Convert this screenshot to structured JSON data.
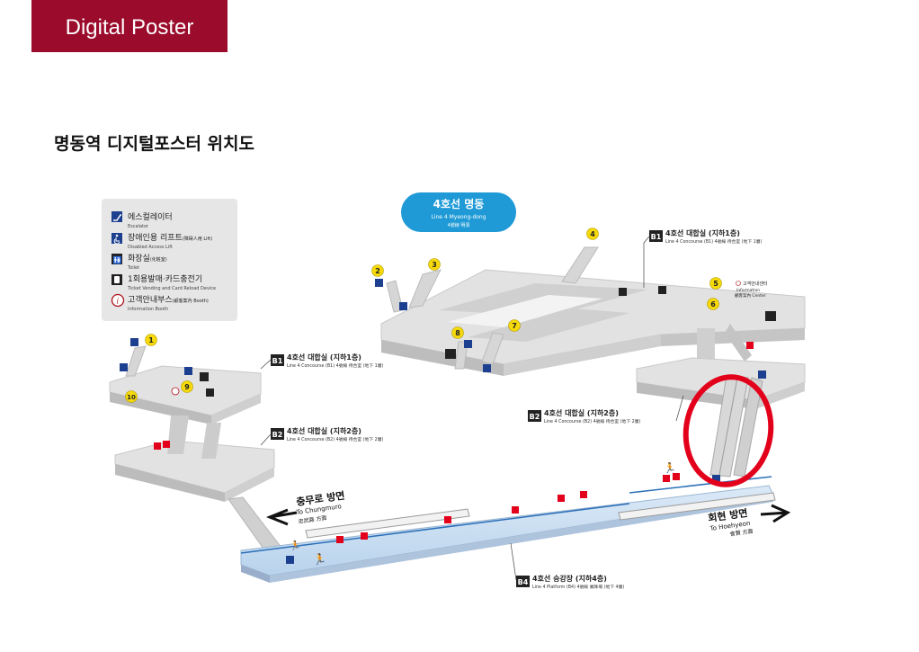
{
  "header": {
    "tab_label": "Digital Poster"
  },
  "page": {
    "title": "명동역 디지털포스터 위치도"
  },
  "legend": {
    "items": [
      {
        "icon": "escalator-icon",
        "label": "에스컬레이터",
        "sub": "Escalator"
      },
      {
        "icon": "disabled-lift-icon",
        "label": "장애인용 리프트",
        "label_tag": "(障碍人用 Lift)",
        "sub": "Disabled Access Lift"
      },
      {
        "icon": "toilet-icon",
        "label": "화장실",
        "label_tag": "(化粧室)",
        "sub": "Toilet"
      },
      {
        "icon": "ticket-vending-icon",
        "label": "1회용발매·카드충전기",
        "sub": "Ticket Vending and Card Reload Device"
      },
      {
        "icon": "information-icon",
        "label": "고객안내부스",
        "label_tag": "(顧客案內 Booth)",
        "sub": "Information Booth"
      }
    ]
  },
  "station_badge": {
    "name": "4호선 명동",
    "sub_en": "Line 4 Myeong-dong",
    "sub_cn": "4號線  明洞"
  },
  "levels": {
    "b1_right": {
      "tag": "B1",
      "label": "4호선 대합실 (지하1층)",
      "sub": "Line 4 Concourse (B1) 4號線 待合室 (地下 1層)"
    },
    "b1_left": {
      "tag": "B1",
      "label": "4호선 대합실 (지하1층)",
      "sub": "Line 4 Concourse (B1) 4號線 待合室 (地下 1層)"
    },
    "b2_left": {
      "tag": "B2",
      "label": "4호선 대합실 (지하2층)",
      "sub": "Line 4 Concourse (B2) 4號線 待合室 (地下 2層)"
    },
    "b2_right": {
      "tag": "B2",
      "label": "4호선 대합실 (지하2층)",
      "sub": "Line 4 Concourse (B2) 4號線 待合室 (地下 2層)"
    },
    "b4": {
      "tag": "B4",
      "label": "4호선 승강장 (지하4층)",
      "sub": "Line 4 Platform (B4) 4號線 乘降場 (地下 4層)"
    }
  },
  "directions": {
    "left": {
      "label": "충무로 방면",
      "en": "To Chungmuro",
      "cn": "忠武路 方面"
    },
    "right": {
      "label": "회현 방면",
      "en": "To Hoehyeon",
      "cn": "會賢 方面"
    }
  },
  "info_center": {
    "label": "고객안내센터",
    "en": "Information",
    "sub": "顧客案內 Center"
  },
  "exits": [
    "1",
    "2",
    "3",
    "4",
    "5",
    "6",
    "7",
    "8",
    "9",
    "10"
  ],
  "colors": {
    "header": "#9b0b2c",
    "badge": "#1f9ad6",
    "highlight": "#e3001b",
    "platform": "#cfe3f5",
    "floor": "#e4e4e4",
    "exit": "#f5d90a"
  }
}
